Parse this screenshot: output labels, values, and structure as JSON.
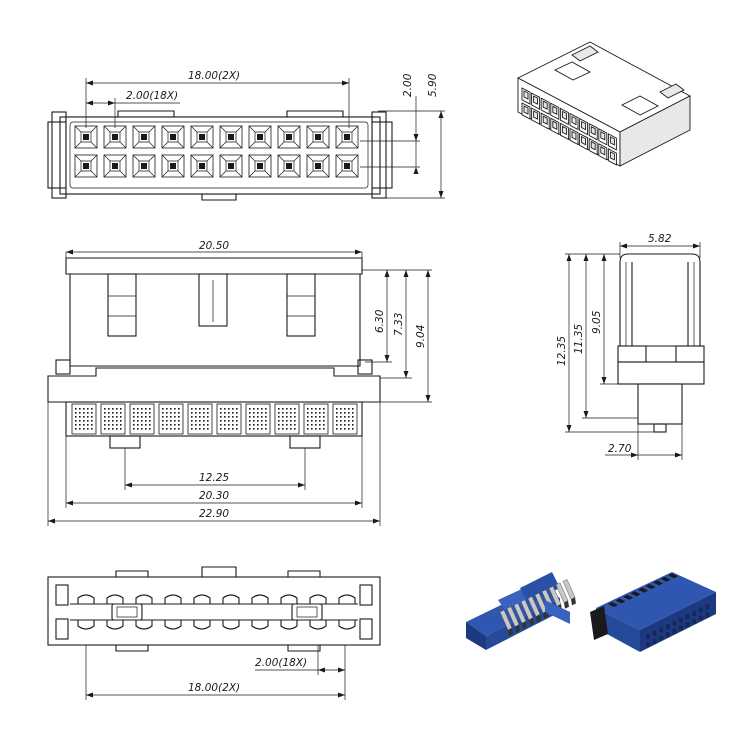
{
  "top_view": {
    "dims": {
      "span_2x": "18.00(2X)",
      "pitch_18x": "2.00(18X)",
      "row_pitch": "2.00",
      "height": "5.90"
    }
  },
  "front_view": {
    "dims": {
      "top_width": "20.50",
      "h1": "6.30",
      "h2": "7.33",
      "h3": "9.04",
      "post_spacing": "12.25",
      "body_width": "20.30",
      "flange_width": "22.90"
    }
  },
  "side_view": {
    "dims": {
      "width": "5.82",
      "h_total": "12.35",
      "h_mid": "11.35",
      "h_body": "9.05",
      "pin_offset": "2.70"
    }
  },
  "bottom_view": {
    "dims": {
      "pitch_18x": "2.00(18X)",
      "span_2x": "18.00(2X)"
    }
  },
  "colors": {
    "line": "#1a1a1a",
    "housing_blue": "#2f56b0",
    "housing_blue_dark": "#1d3a80",
    "pin_metal": "#c8c8c8"
  }
}
